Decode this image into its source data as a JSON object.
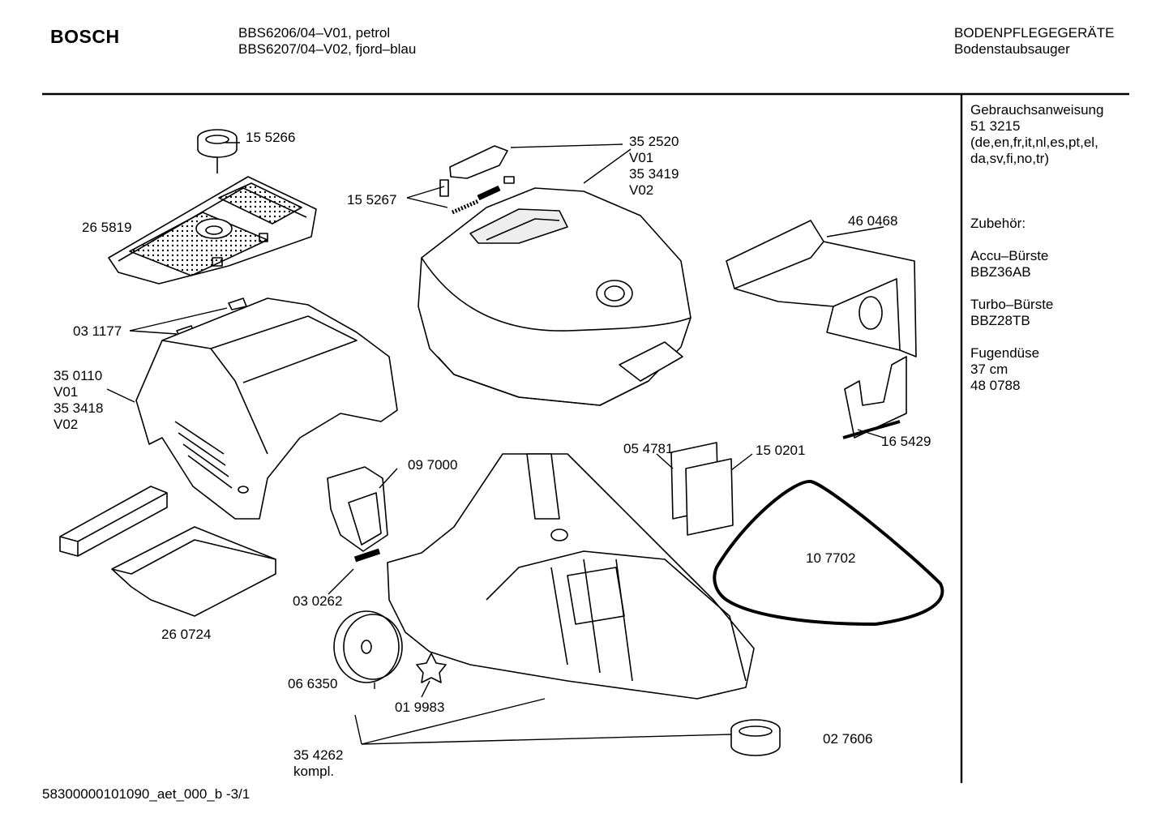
{
  "header": {
    "brand": "BOSCH",
    "models": [
      "BBS6206/04–V01, petrol",
      "BBS6207/04–V02, fjord–blau"
    ],
    "category": "BODENPFLEGEGERÄTE",
    "subcategory": "Bodenstaubsauger"
  },
  "side_panel": {
    "lines": [
      "Gebrauchsanweisung",
      "51 3215",
      "(de,en,fr,it,nl,es,pt,el,",
      "da,sv,fi,no,tr)",
      "",
      "",
      "",
      "Zubehör:",
      "",
      "Accu–Bürste",
      "BBZ36AB",
      "",
      "Turbo–Bürste",
      "BBZ28TB",
      "",
      "Fugendüse",
      "37 cm",
      "48 0788"
    ]
  },
  "part_labels": {
    "p155266": "15 5266",
    "p265819": "26 5819",
    "p155267": "15 5267",
    "p352520": [
      "35 2520",
      "V01",
      "35 3419",
      "V02"
    ],
    "p460468": "46 0468",
    "p031177": "03 1177",
    "p350110": [
      "35 0110",
      "V01",
      "35 3418",
      "V02"
    ],
    "p097000": "09 7000",
    "p054781": "05 4781",
    "p150201": "15 0201",
    "p165429": "16 5429",
    "p107702": "10 7702",
    "p030262": "03 0262",
    "p260724": "26 0724",
    "p066350": "06 6350",
    "p019983": "01 9983",
    "p354262": [
      "35 4262",
      "kompl."
    ],
    "p027606": "02 7606"
  },
  "footer": {
    "doc_id": "58300000101090_aet_000_b -3/1"
  }
}
